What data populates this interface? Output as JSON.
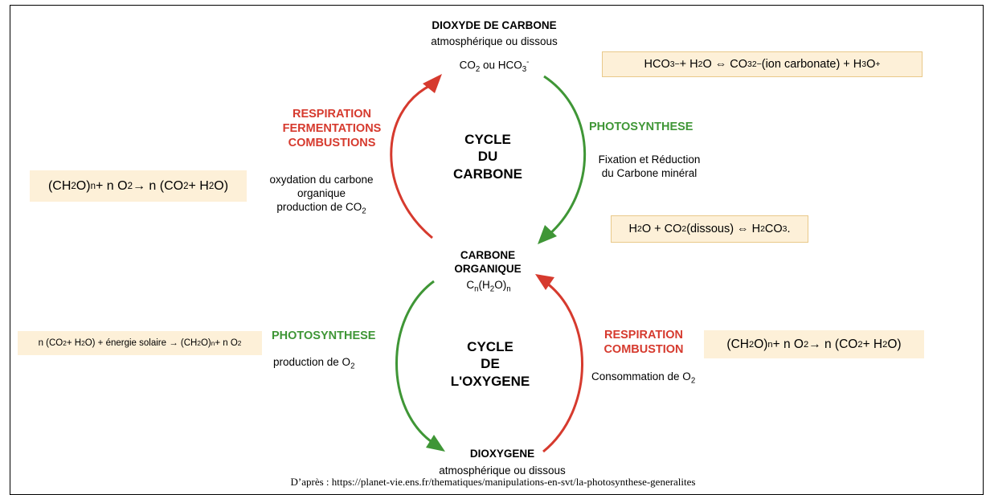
{
  "top": {
    "title": "DIOXYDE DE CARBONE",
    "subtitle": "atmosphérique ou dissous",
    "co2": "CO",
    "co2_sub": "2",
    "ou_hco3": " ou HCO",
    "hco3_sub": "3",
    "hco3_sup": "-"
  },
  "carbon_cycle": {
    "title": [
      "CYCLE",
      "DU",
      "CARBONE"
    ],
    "left_label": [
      "RESPIRATION",
      "FERMENTATIONS",
      "COMBUSTIONS"
    ],
    "left_desc": [
      "oxydation du carbone",
      "organique",
      "production de CO"
    ],
    "left_desc_sub": "2",
    "right_label": "PHOTOSYNTHESE",
    "right_desc": [
      "Fixation et Réduction",
      "du Carbone minéral"
    ]
  },
  "middle": {
    "title": [
      "CARBONE",
      "ORGANIQUE"
    ],
    "formula_c": "C",
    "formula_n": "n",
    "formula_h": "(H",
    "formula_2": "2",
    "formula_o": "O)",
    "formula_n2": "n"
  },
  "oxygen_cycle": {
    "title": [
      "CYCLE",
      "DE",
      "L'OXYGENE"
    ],
    "left_label": "PHOTOSYNTHESE",
    "left_desc": "production de O",
    "left_desc_sub": "2",
    "right_label": [
      "RESPIRATION",
      "COMBUSTION"
    ],
    "right_desc": "Consommation de O",
    "right_desc_sub": "2"
  },
  "bottom": {
    "title": "DIOXYGENE",
    "subtitle": "atmosphérique ou dissous"
  },
  "equations": {
    "carbonate": {
      "a": "HCO",
      "a_sub": "3",
      "a_sup": "−",
      "b": " + H",
      "b_sub": "2",
      "c": "O ⇔ CO",
      "c_sub": "3",
      "c_sup": "2−",
      "d": " (ion carbonate) + H",
      "d_sub": "3",
      "e": "O",
      "e_sup": "+"
    },
    "carbonic": {
      "a": "H",
      "a_sub": "2",
      "b": "O + CO",
      "b_sub": "2",
      "c": "(dissous) ⇔ H",
      "c_sub": "2",
      "d": "CO",
      "d_sub": "3",
      "e": "."
    },
    "oxidation_left": {
      "a": "(CH",
      "a_sub": "2",
      "b": "O)",
      "b_sub": "n",
      "c": " + n O",
      "c_sub": "2",
      "d": " → n (CO",
      "d_sub": "2",
      "e": " + H",
      "e_sub": "2",
      "f": "O)"
    },
    "photosynthesis": {
      "a": "n (CO",
      "a_sub": "2",
      "b": " + H",
      "b_sub": "2",
      "c": "O) + énergie solaire → (CH",
      "c_sub": "2",
      "d": "O)",
      "d_sub": "n",
      "e": " + n O",
      "e_sub": "2"
    },
    "oxidation_right": {
      "a": "(CH",
      "a_sub": "2",
      "b": "O)",
      "b_sub": "n",
      "c": " + n O",
      "c_sub": "2",
      "d": " → n (CO",
      "d_sub": "2",
      "e": " + H",
      "e_sub": "2",
      "f": "O)"
    }
  },
  "source": "D’après :  https://planet-vie.ens.fr/thematiques/manipulations-en-svt/la-photosynthese-generalites",
  "colors": {
    "red": "#d63a2e",
    "green": "#3f9636",
    "box_fill": "#fdf0d8"
  }
}
